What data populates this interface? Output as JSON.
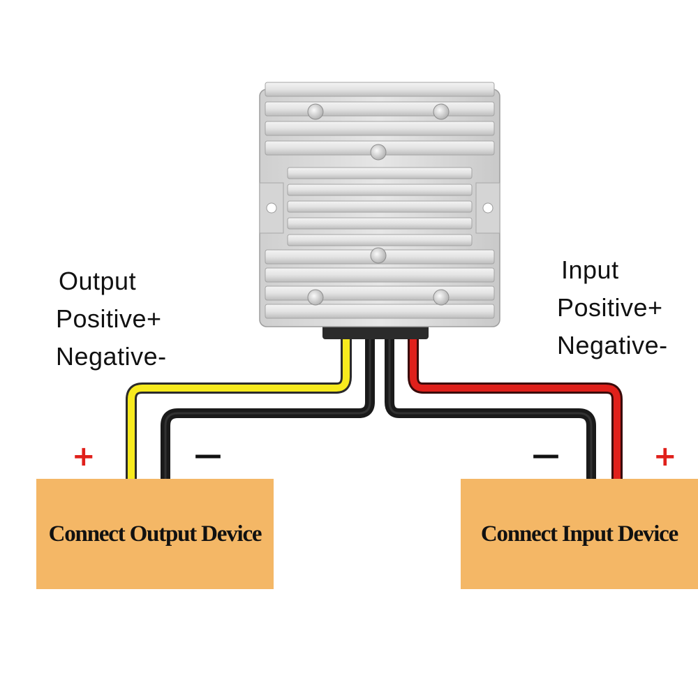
{
  "output_side": {
    "lines": [
      "Output",
      "Positive+",
      "Negative-"
    ],
    "device_label": "Connect Output Device",
    "plus_sign": "+",
    "minus_sign": "—"
  },
  "input_side": {
    "lines": [
      "Input",
      "Positive+",
      "Negative-"
    ],
    "device_label": "Connect Input Device",
    "plus_sign": "+",
    "minus_sign": "—"
  },
  "colors": {
    "device_box": "#f4b766",
    "wire_output_positive": "#f7ea1e",
    "wire_negative": "#1a1a1a",
    "wire_input_positive": "#e0201b",
    "plus_sign": "#e0201b",
    "converter_body": "#d8d8d8"
  },
  "icons": {
    "converter": "aluminum-heatsink-converter-icon"
  }
}
